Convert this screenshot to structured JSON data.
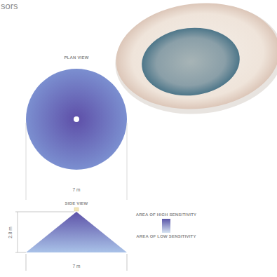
{
  "diagram": {
    "title": "sors",
    "labels": [
      "PLAN VIEW",
      "7 m",
      "SIDE VIEW",
      "2.8 m",
      "7 m"
    ],
    "legend": [
      {
        "text": "AREA OF HIGH SENSITIVITY",
        "color": "#5a55a8"
      },
      {
        "text": "AREA OF LOW SENSITIVITY",
        "color": "#d6e4f2"
      }
    ]
  }
}
